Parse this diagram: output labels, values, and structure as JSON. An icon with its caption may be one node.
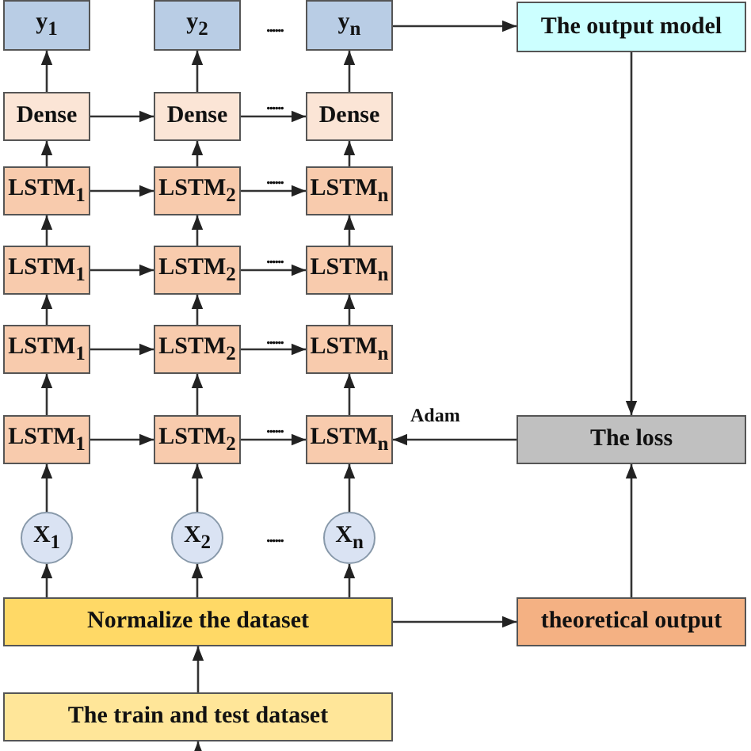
{
  "diagram": {
    "nodes": [
      {
        "text": [
          "y$_{1}$"
        ]
      },
      {
        "text": [
          "y$_{2}$"
        ]
      },
      {
        "text": [
          "y$_{n}$"
        ]
      },
      {
        "text": [
          "The output model"
        ]
      },
      {
        "text": [
          "Dense"
        ]
      },
      {
        "text": [
          "Dense"
        ]
      },
      {
        "text": [
          "Dense"
        ]
      },
      {
        "text": [
          "LSTM$_{1}$"
        ]
      },
      {
        "text": [
          "LSTM$_{2}$"
        ]
      },
      {
        "text": [
          "LSTM$_{n}$"
        ]
      },
      {
        "text": [
          "LSTM$_{1}$"
        ]
      },
      {
        "text": [
          "LSTM$_{2}$"
        ]
      },
      {
        "text": [
          "LSTM$_{n}$"
        ]
      },
      {
        "text": [
          "LSTM$_{1}$"
        ]
      },
      {
        "text": [
          "LSTM$_{2}$"
        ]
      },
      {
        "text": [
          "LSTM$_{n}$"
        ]
      },
      {
        "text": [
          "LSTM$_{1}$"
        ]
      },
      {
        "text": [
          "LSTM$_{2}$"
        ]
      },
      {
        "text": [
          "LSTM$_{n}$"
        ]
      },
      {
        "text": [
          "The loss"
        ]
      },
      {
        "text": [
          "X$_{1}$"
        ]
      },
      {
        "text": [
          "X$_{2}$"
        ]
      },
      {
        "text": [
          "X$_{n}$"
        ]
      },
      {
        "text": [
          "Normalize the dataset"
        ]
      },
      {
        "text": [
          "theoretical output"
        ]
      },
      {
        "text": [
          "The train and test dataset"
        ]
      }
    ],
    "edges": [
      {
        "from": 2,
        "to": 3,
        "arrow": "to"
      },
      {
        "from": 4,
        "to": 0,
        "arrow": "to"
      },
      {
        "from": 5,
        "to": 1,
        "arrow": "to"
      },
      {
        "from": 6,
        "to": 2,
        "arrow": "to"
      },
      {
        "from": 4,
        "to": 5,
        "arrow": "to"
      },
      {
        "from": 5,
        "to": 6,
        "arrow": "to"
      },
      {
        "from": 7,
        "to": 4,
        "arrow": "to"
      },
      {
        "from": 8,
        "to": 5,
        "arrow": "to"
      },
      {
        "from": 9,
        "to": 6,
        "arrow": "to"
      },
      {
        "from": 7,
        "to": 8,
        "arrow": "to"
      },
      {
        "from": 8,
        "to": 9,
        "arrow": "to"
      },
      {
        "from": 10,
        "to": 7,
        "arrow": "to"
      },
      {
        "from": 11,
        "to": 8,
        "arrow": "to"
      },
      {
        "from": 12,
        "to": 9,
        "arrow": "to"
      },
      {
        "from": 10,
        "to": 11,
        "arrow": "to"
      },
      {
        "from": 11,
        "to": 12,
        "arrow": "to"
      },
      {
        "from": 13,
        "to": 10,
        "arrow": "to"
      },
      {
        "from": 14,
        "to": 11,
        "arrow": "to"
      },
      {
        "from": 15,
        "to": 12,
        "arrow": "to"
      },
      {
        "from": 13,
        "to": 14,
        "arrow": "to"
      },
      {
        "from": 14,
        "to": 15,
        "arrow": "to"
      },
      {
        "from": 16,
        "to": 13,
        "arrow": "to"
      },
      {
        "from": 17,
        "to": 14,
        "arrow": "to"
      },
      {
        "from": 18,
        "to": 15,
        "arrow": "to"
      },
      {
        "from": 16,
        "to": 17,
        "arrow": "to"
      },
      {
        "from": 17,
        "to": 18,
        "arrow": "to"
      },
      {
        "from": 3,
        "to": 19,
        "arrow": "to"
      },
      {
        "from": 19,
        "to": 18,
        "label": "Adam",
        "arrow": "to"
      },
      {
        "from": 20,
        "to": 16,
        "arrow": "to"
      },
      {
        "from": 21,
        "to": 17,
        "arrow": "to"
      },
      {
        "from": 22,
        "to": 18,
        "arrow": "to"
      },
      {
        "from": 23,
        "to": 20,
        "arrow": "to"
      },
      {
        "from": 23,
        "to": 21,
        "arrow": "to"
      },
      {
        "from": 23,
        "to": 22,
        "arrow": "to"
      },
      {
        "from": 23,
        "to": 24,
        "arrow": "to"
      },
      {
        "from": 24,
        "to": 19,
        "arrow": "to"
      },
      {
        "from": 25,
        "to": 23,
        "arrow": "to"
      },
      {
        "from": null,
        "to": 25,
        "arrow": "to"
      }
    ],
    "labels": [
      "......",
      "......",
      "......",
      "......",
      "......",
      "......",
      "......"
    ]
  }
}
